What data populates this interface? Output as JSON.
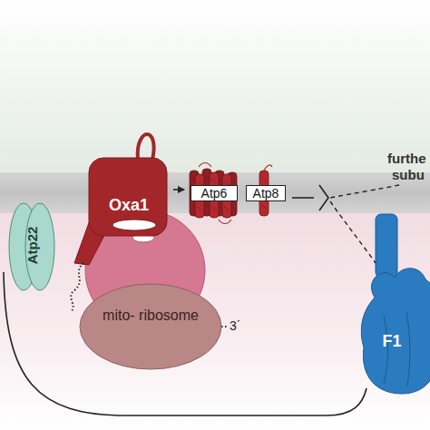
{
  "diagram": {
    "nodes": [
      {
        "text": [
          "Oxa1"
        ]
      },
      {
        "text": [
          "Atp6"
        ]
      },
      {
        "text": [
          "Atp8"
        ]
      },
      {
        "text": [
          "Atp22"
        ]
      },
      {
        "text": [
          "mito- ribosome"
        ]
      },
      {
        "text": [
          "F1"
        ]
      }
    ],
    "edges": [
      {
        "from": 0,
        "to": 1,
        "arrow": "to"
      }
    ],
    "labels": [
      "furthe",
      "subu",
      "3´"
    ]
  }
}
